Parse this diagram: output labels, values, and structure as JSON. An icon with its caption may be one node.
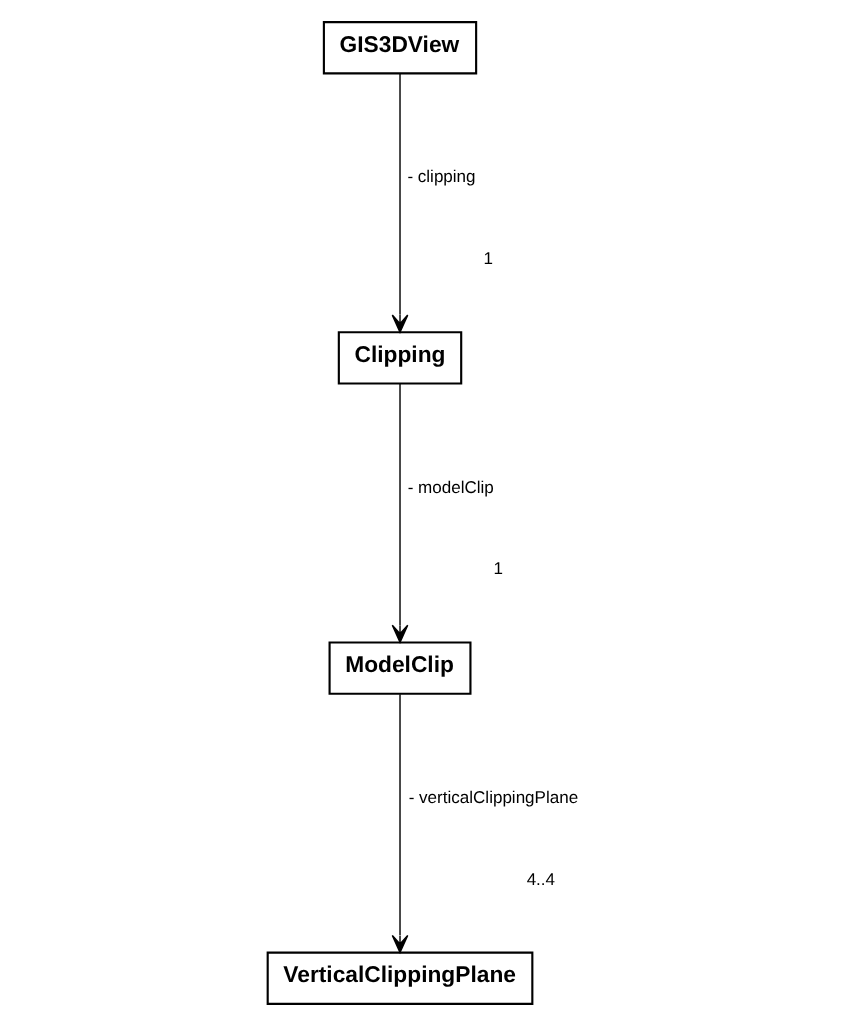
{
  "diagram": {
    "nodes": [
      {
        "text": [
          "GIS3DView"
        ]
      },
      {
        "text": [
          "Clipping"
        ]
      },
      {
        "text": [
          "ModelClip"
        ]
      },
      {
        "text": [
          "VerticalClippingPlane"
        ]
      }
    ],
    "edges": [
      {
        "from": 0,
        "to": 1,
        "arrow": "to",
        "label": "- clipping"
      },
      {
        "from": 1,
        "to": 2,
        "arrow": "to",
        "label": "- modelClip"
      },
      {
        "from": 2,
        "to": 3,
        "arrow": "to",
        "label": "- verticalClippingPlane"
      }
    ],
    "labels": [
      "1",
      "1",
      "4..4"
    ]
  }
}
